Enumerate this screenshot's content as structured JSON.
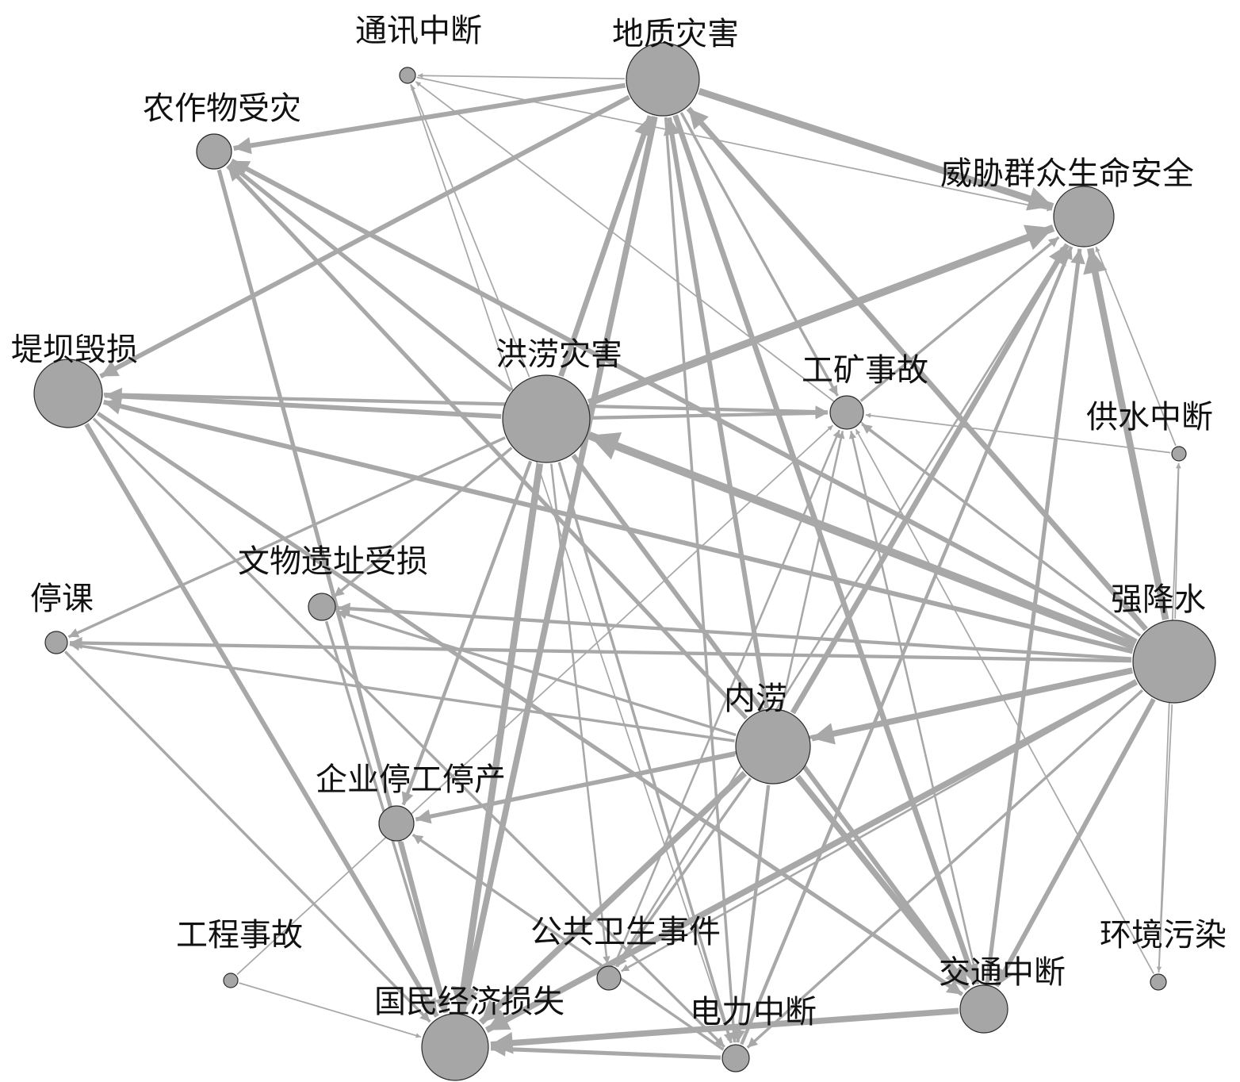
{
  "colors": {
    "edge": "#a8a8a8",
    "node_fill": "#a6a6a6",
    "node_stroke": "#2b2b2b",
    "label": "#111111"
  },
  "nodes": [
    {
      "id": "geo",
      "label": "地质灾害",
      "weight": 5
    },
    {
      "id": "comm",
      "label": "通讯中断",
      "weight": 1
    },
    {
      "id": "crop",
      "label": "农作物受灾",
      "weight": 2
    },
    {
      "id": "threat",
      "label": "威胁群众生命安全",
      "weight": 4
    },
    {
      "id": "dam",
      "label": "堤坝毁损",
      "weight": 5
    },
    {
      "id": "flood",
      "label": "洪涝灾害",
      "weight": 6
    },
    {
      "id": "mine",
      "label": "工矿事故",
      "weight": 2
    },
    {
      "id": "water",
      "label": "供水中断",
      "weight": 1
    },
    {
      "id": "relic",
      "label": "文物遗址受损",
      "weight": 2
    },
    {
      "id": "school",
      "label": "停课",
      "weight": 1
    },
    {
      "id": "rain",
      "label": "强降水",
      "weight": 6
    },
    {
      "id": "water-log",
      "label": "内涝",
      "weight": 5
    },
    {
      "id": "ent",
      "label": "企业停工停产",
      "weight": 2
    },
    {
      "id": "eng",
      "label": "工程事故",
      "weight": 1
    },
    {
      "id": "health",
      "label": "公共卫生事件",
      "weight": 1
    },
    {
      "id": "env",
      "label": "环境污染",
      "weight": 1
    },
    {
      "id": "traffic",
      "label": "交通中断",
      "weight": 3
    },
    {
      "id": "econ",
      "label": "国民经济损失",
      "weight": 5
    },
    {
      "id": "power",
      "label": "电力中断",
      "weight": 2
    }
  ],
  "edges": [
    [
      "rain",
      "flood",
      11
    ],
    [
      "rain",
      "threat",
      9
    ],
    [
      "rain",
      "geo",
      7
    ],
    [
      "rain",
      "water-log",
      8
    ],
    [
      "rain",
      "econ",
      8
    ],
    [
      "rain",
      "traffic",
      6
    ],
    [
      "rain",
      "crop",
      6
    ],
    [
      "rain",
      "dam",
      6
    ],
    [
      "rain",
      "school",
      4
    ],
    [
      "rain",
      "relic",
      4
    ],
    [
      "rain",
      "ent",
      4
    ],
    [
      "rain",
      "mine",
      3
    ],
    [
      "rain",
      "power",
      3
    ],
    [
      "rain",
      "health",
      2
    ],
    [
      "rain",
      "env",
      1
    ],
    [
      "rain",
      "water",
      1
    ],
    [
      "rain",
      "comm",
      1
    ],
    [
      "flood",
      "threat",
      10
    ],
    [
      "flood",
      "econ",
      9
    ],
    [
      "flood",
      "geo",
      7
    ],
    [
      "flood",
      "dam",
      6
    ],
    [
      "flood",
      "traffic",
      6
    ],
    [
      "flood",
      "crop",
      5
    ],
    [
      "flood",
      "mine",
      4
    ],
    [
      "flood",
      "ent",
      4
    ],
    [
      "flood",
      "school",
      3
    ],
    [
      "flood",
      "relic",
      3
    ],
    [
      "flood",
      "power",
      3
    ],
    [
      "flood",
      "health",
      2
    ],
    [
      "flood",
      "comm",
      1
    ],
    [
      "geo",
      "threat",
      9
    ],
    [
      "geo",
      "crop",
      6
    ],
    [
      "geo",
      "dam",
      6
    ],
    [
      "geo",
      "econ",
      8
    ],
    [
      "geo",
      "traffic",
      7
    ],
    [
      "geo",
      "mine",
      3
    ],
    [
      "geo",
      "comm",
      1
    ],
    [
      "geo",
      "power",
      3
    ],
    [
      "dam",
      "econ",
      6
    ],
    [
      "dam",
      "mine",
      4
    ],
    [
      "dam",
      "traffic",
      5
    ],
    [
      "dam",
      "power",
      3
    ],
    [
      "water-log",
      "econ",
      8
    ],
    [
      "water-log",
      "traffic",
      8
    ],
    [
      "water-log",
      "threat",
      7
    ],
    [
      "water-log",
      "ent",
      5
    ],
    [
      "water-log",
      "geo",
      6
    ],
    [
      "water-log",
      "crop",
      5
    ],
    [
      "water-log",
      "school",
      3
    ],
    [
      "water-log",
      "relic",
      3
    ],
    [
      "water-log",
      "power",
      4
    ],
    [
      "water-log",
      "health",
      3
    ],
    [
      "water-log",
      "mine",
      2
    ],
    [
      "traffic",
      "econ",
      8
    ],
    [
      "traffic",
      "threat",
      5
    ],
    [
      "traffic",
      "mine",
      2
    ],
    [
      "power",
      "econ",
      5
    ],
    [
      "power",
      "ent",
      3
    ],
    [
      "power",
      "threat",
      4
    ],
    [
      "ent",
      "econ",
      5
    ],
    [
      "crop",
      "econ",
      5
    ],
    [
      "school",
      "econ",
      3
    ],
    [
      "relic",
      "econ",
      3
    ],
    [
      "eng",
      "econ",
      1
    ],
    [
      "health",
      "threat",
      2
    ],
    [
      "health",
      "mine",
      2
    ],
    [
      "comm",
      "threat",
      1
    ],
    [
      "comm",
      "power",
      1
    ],
    [
      "env",
      "water",
      1
    ],
    [
      "env",
      "mine",
      1
    ],
    [
      "mine",
      "threat",
      3
    ],
    [
      "water",
      "mine",
      1
    ],
    [
      "water",
      "threat",
      1
    ],
    [
      "eng",
      "mine",
      1
    ]
  ]
}
